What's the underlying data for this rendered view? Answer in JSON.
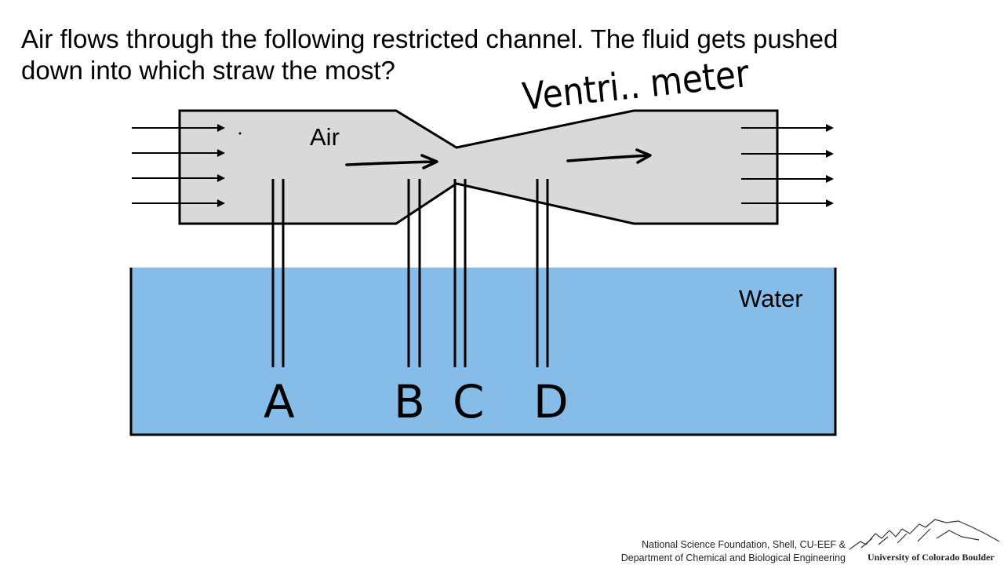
{
  "question": {
    "line1": "Air flows through the following restricted channel.  The fluid gets pushed",
    "line2": "down into which straw the most?"
  },
  "diagram": {
    "air_label": "Air",
    "water_label": "Water",
    "annotation": "Ventri.. meter",
    "straws": [
      "A",
      "B",
      "C",
      "D"
    ],
    "colors": {
      "channel_fill": "#d9d9d9",
      "water_fill": "#85bde8",
      "outline": "#000000"
    }
  },
  "footer": {
    "credit_line1": "National Science Foundation, Shell, CU-EEF &",
    "credit_line2": "Department of Chemical and Biological Engineering",
    "university": "University of Colorado Boulder",
    "logo_icon": "mountain-skyline-icon"
  }
}
